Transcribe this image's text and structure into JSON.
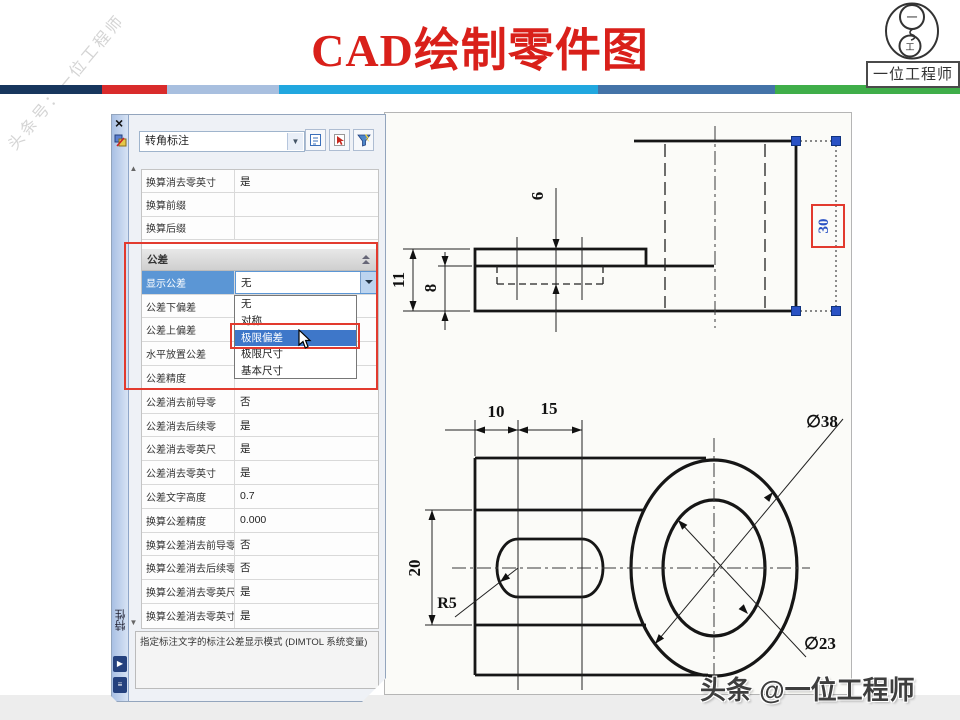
{
  "watermark": "头条号：一位工程师",
  "title": "CAD绘制零件图",
  "logo": {
    "label": "一位工程师",
    "top_glyph": "一",
    "bottom_glyph": "工"
  },
  "divider_colors": [
    "#17365d",
    "#d92b2b",
    "#a8bfdf",
    "#21a7df",
    "#4473a8",
    "#3fae49"
  ],
  "panel": {
    "close": "×",
    "selector": "转角标注",
    "scroll_up": "▲",
    "scroll_down": "▼",
    "rows": [
      {
        "label": "换算消去零英寸",
        "value": "是"
      },
      {
        "label": "换算前缀",
        "value": ""
      },
      {
        "label": "换算后缀",
        "value": ""
      },
      {
        "label": "公差",
        "value": ""
      },
      {
        "label": "显示公差",
        "value": "无"
      },
      {
        "label": "公差下偏差",
        "value": ""
      },
      {
        "label": "公差上偏差",
        "value": ""
      },
      {
        "label": "水平放置公差",
        "value": ""
      },
      {
        "label": "公差精度",
        "value": ""
      },
      {
        "label": "公差消去前导零",
        "value": "否"
      },
      {
        "label": "公差消去后续零",
        "value": "是"
      },
      {
        "label": "公差消去零英尺",
        "value": "是"
      },
      {
        "label": "公差消去零英寸",
        "value": "是"
      },
      {
        "label": "公差文字高度",
        "value": "0.7"
      },
      {
        "label": "换算公差精度",
        "value": "0.000"
      },
      {
        "label": "换算公差消去前导零",
        "value": "否"
      },
      {
        "label": "换算公差消去后续零",
        "value": "否"
      },
      {
        "label": "换算公差消去零英尺",
        "value": "是"
      },
      {
        "label": "换算公差消去零英寸",
        "value": "是"
      }
    ],
    "dropdown": {
      "items": [
        "无",
        "对称",
        "极限偏差",
        "极限尺寸",
        "基本尺寸"
      ],
      "selected": "极限偏差"
    },
    "description": "指定标注文字的标注公差显示模式 (DIMTOL 系统变量)",
    "side_label": "特性"
  },
  "drawing": {
    "dim_6": "6",
    "dim_11": "11",
    "dim_8": "8",
    "dim_selected": "30",
    "dim_10": "10",
    "dim_15": "15",
    "dim_20": "20",
    "dim_r5": "R5",
    "dim_d38": "∅38",
    "dim_d23": "∅23"
  },
  "footer": "头条 @一位工程师"
}
